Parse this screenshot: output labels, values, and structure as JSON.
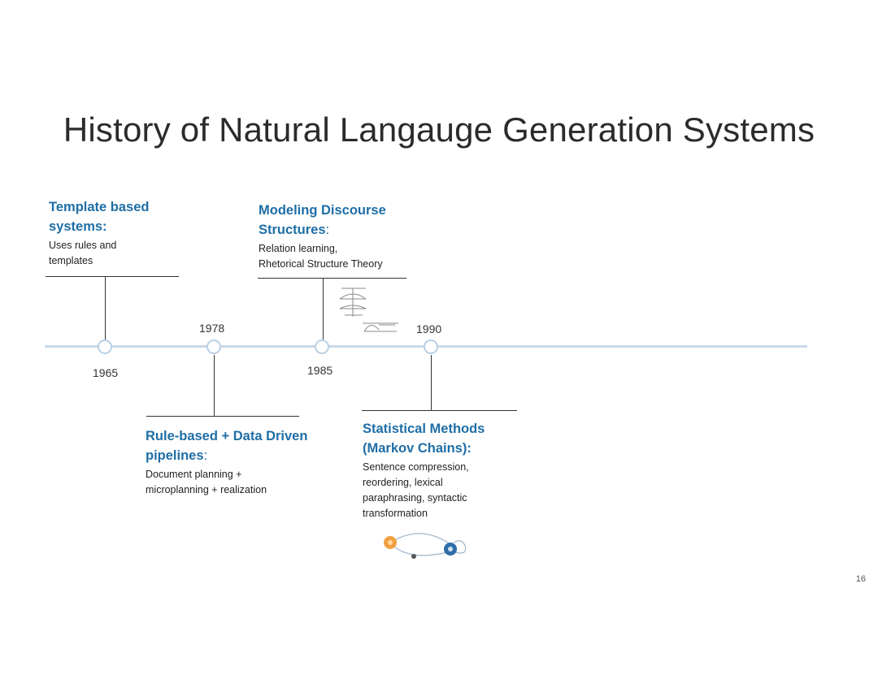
{
  "slide": {
    "title": "History of Natural Langauge Generation Systems",
    "page_number": "16"
  },
  "timeline": {
    "events": [
      {
        "year": "1965",
        "heading": "Template based systems:",
        "heading_colon": "",
        "description_lines": [
          "Uses rules and",
          "templates"
        ]
      },
      {
        "year": "1978",
        "heading": "Rule-based + Data Driven pipelines",
        "heading_colon": ":",
        "description_lines": [
          "Document planning +",
          "microplanning + realization"
        ]
      },
      {
        "year": "1985",
        "heading": "Modeling Discourse Structures",
        "heading_colon": ":",
        "description_lines": [
          "Relation learning,",
          "Rhetorical Structure Theory"
        ]
      },
      {
        "year": "1990",
        "heading": "Statistical Methods (Markov Chains):",
        "heading_colon": "",
        "description_lines": [
          "Sentence compression,",
          "reordering, lexical",
          "paraphrasing, syntactic",
          "transformation"
        ]
      }
    ]
  },
  "graphics": {
    "discourse_figure_icon": "rhetorical-structure-tree-icon",
    "markov_chain_icon": "markov-chain-icon",
    "markov_colors": {
      "state_a": "#f0a040",
      "state_b": "#2f6ea8",
      "edge": "#9fb7cc"
    }
  }
}
